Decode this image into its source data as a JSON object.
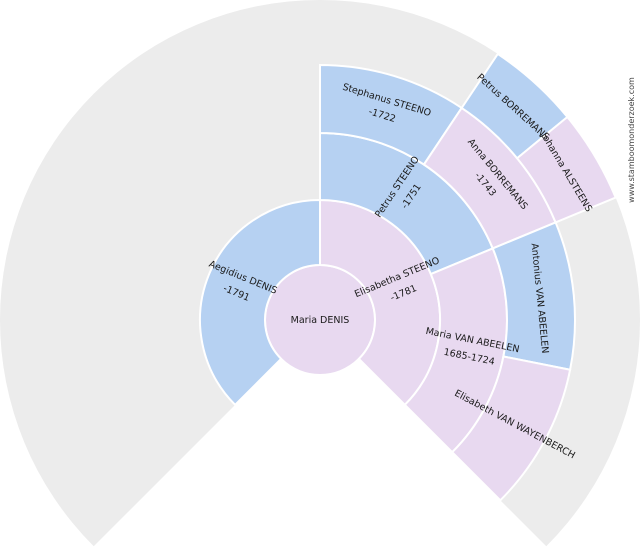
{
  "colors": {
    "background": "#ececec",
    "male": "#b6d1f2",
    "female": "#e8d9f0",
    "stroke": "#ffffff"
  },
  "watermark": "www.stamboomonderzoek.com",
  "people": [
    {
      "id": "root",
      "gen": 0,
      "slot": 0,
      "sex": "F",
      "name": "Maria DENIS",
      "dates": ""
    },
    {
      "id": "p2",
      "gen": 1,
      "slot": 0,
      "sex": "M",
      "name": "Aegidius DENIS",
      "dates": "-1791"
    },
    {
      "id": "p3",
      "gen": 1,
      "slot": 1,
      "sex": "F",
      "name": "Elisabetha STEENO",
      "dates": "-1781"
    },
    {
      "id": "p6",
      "gen": 2,
      "slot": 2,
      "sex": "M",
      "name": "Petrus STEENO",
      "dates": "-1751"
    },
    {
      "id": "p7",
      "gen": 2,
      "slot": 3,
      "sex": "F",
      "name": "Maria VAN ABEELEN",
      "dates": "1685-1724"
    },
    {
      "id": "p12",
      "gen": 3,
      "slot": 4,
      "sex": "M",
      "name": "Stephanus STEENO",
      "dates": "-1722"
    },
    {
      "id": "p13",
      "gen": 3,
      "slot": 5,
      "sex": "F",
      "name": "Anna BORREMANS",
      "dates": "-1743"
    },
    {
      "id": "p14",
      "gen": 3,
      "slot": 6,
      "sex": "M",
      "name": "Antonius VAN ABEELEN",
      "dates": ""
    },
    {
      "id": "p15",
      "gen": 3,
      "slot": 7,
      "sex": "F",
      "name": "Elisabeth VAN WAYENBERCH",
      "dates": ""
    },
    {
      "id": "p26",
      "gen": 4,
      "slot": 10,
      "sex": "M",
      "name": "Petrus BORREMANS",
      "dates": ""
    },
    {
      "id": "p27",
      "gen": 4,
      "slot": 11,
      "sex": "F",
      "name": "Johanna ALSTEENS",
      "dates": ""
    }
  ]
}
